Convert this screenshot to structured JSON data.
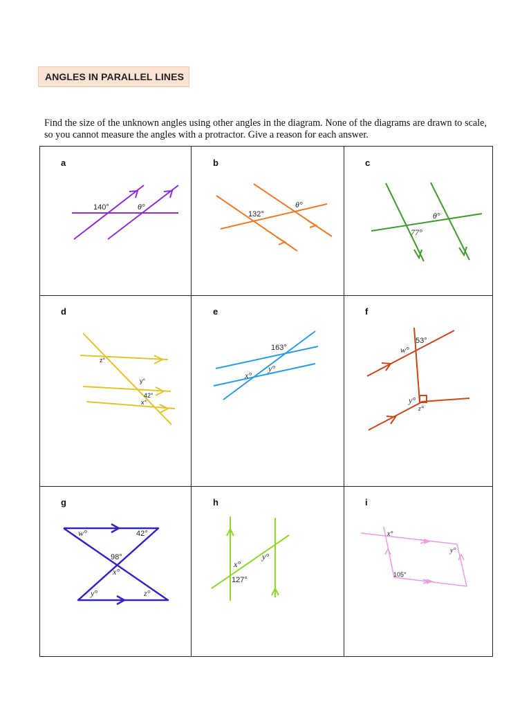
{
  "title": "ANGLES IN PARALLEL LINES",
  "instructions": "Find the size of the unknown angles using other angles in the diagram. None of the diagrams are drawn to scale, so you cannot measure the angles with a protractor. Give a reason for each answer.",
  "colors": {
    "title_bg": "#fde3d3",
    "a": "#8e2bd6",
    "b": "#f07a24",
    "c": "#3f9a2c",
    "d": "#e0c52c",
    "e": "#2a9be8",
    "f": "#c8461c",
    "g": "#3423c4",
    "h": "#8fd72a",
    "i": "#e99ae0"
  },
  "diagrams": {
    "a": {
      "label": "a",
      "angle_given": "140°",
      "unknown": "θ°"
    },
    "b": {
      "label": "b",
      "angle_given": "132°",
      "unknown": "θ°"
    },
    "c": {
      "label": "c",
      "angle_given": "77°",
      "unknown": "θ°"
    },
    "d": {
      "label": "d",
      "angle_given": "42°",
      "unknowns": [
        "z°",
        "y°",
        "x°"
      ]
    },
    "e": {
      "label": "e",
      "angle_given": "163°",
      "unknowns": [
        "x°",
        "y°"
      ]
    },
    "f": {
      "label": "f",
      "angle_given": "53°",
      "unknowns": [
        "w°",
        "y°",
        "z°"
      ]
    },
    "g": {
      "label": "g",
      "angles_given": [
        "42°",
        "98°"
      ],
      "unknowns": [
        "w°",
        "x°",
        "y°",
        "z°"
      ]
    },
    "h": {
      "label": "h",
      "angle_given": "127°",
      "unknowns": [
        "x°",
        "y°"
      ]
    },
    "i": {
      "label": "i",
      "angle_given": "105°",
      "unknowns": [
        "x°",
        "y°"
      ]
    }
  }
}
